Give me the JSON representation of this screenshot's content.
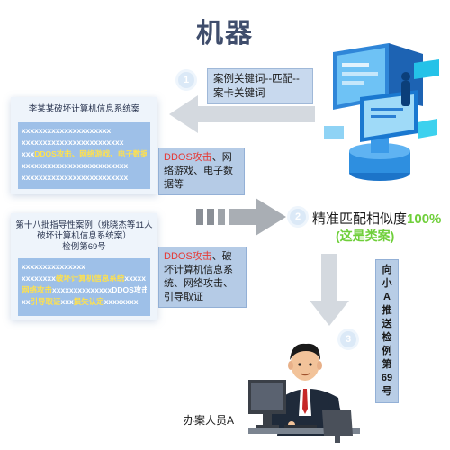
{
  "title": "机器",
  "steps": [
    "1",
    "2",
    "3"
  ],
  "step1_label": [
    "案例关键词--匹配--",
    "案卡关键词"
  ],
  "case_a": {
    "title": "李某某破坏计算机信息系统案",
    "rows": [
      {
        "text": "xxxxxxxxxxxxxxxxxxxxx",
        "hl": false
      },
      {
        "text": "xxxxxxxxxxxxxxxxxxxxxxxx",
        "hl": false
      },
      {
        "pre": "xxx",
        "text": "DDOS攻击、网络游戏、电子数据",
        "hl": true
      },
      {
        "text": "xxxxxxxxxxxxxxxxxxxxxxxxx",
        "hl": false
      },
      {
        "text": "xxxxxxxxxxxxxxxxxxxxxxxxx",
        "hl": false
      }
    ]
  },
  "tag_a": {
    "red": "DDOS攻击",
    "rest": "、网络游戏、电子数据等"
  },
  "case_b": {
    "title_lines": [
      "第十八批指导性案例（姚晓杰等11人",
      "破坏计算机信息系统案）",
      "检例第69号"
    ],
    "rows": [
      {
        "text": "xxxxxxxxxxxxxxx",
        "hl": false
      },
      {
        "pre": "xxxxxxxx",
        "text": "破坏计算机信息系统",
        "post": "xxxxx"
      },
      {
        "pre": "",
        "text": "网络攻击",
        "post": "xxxxxxxxxxxxxxDDOS攻击"
      },
      {
        "pre": "xx",
        "text": "引导取证",
        "post": "xxx",
        "text2": "损失认定",
        "post2": "xxxxxxxx"
      }
    ]
  },
  "tag_b": {
    "red": "DDOS攻击",
    "rest": "、破坏计算机信息系统、网络攻击、引导取证"
  },
  "similarity": {
    "label": "精准匹配相似度",
    "value": "100%",
    "note": "(这是类案)"
  },
  "push_label": [
    "向",
    "小",
    "A",
    "推",
    "送",
    "检",
    "例",
    "第",
    "69",
    "号"
  ],
  "person_label": "办案人员A",
  "colors": {
    "accent": "#6fcf3a",
    "highlight": "#e53935",
    "panel": "#9ec0e8"
  }
}
